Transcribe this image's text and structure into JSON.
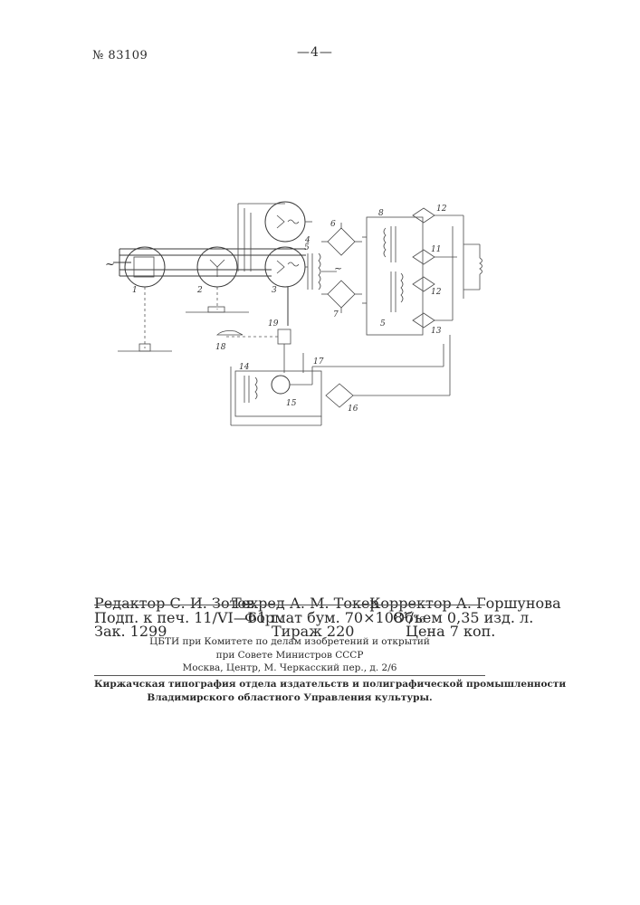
{
  "header": {
    "patent_number": "№ 83109",
    "page_marker": "—4—"
  },
  "diagram": {
    "labels": {
      "l1": "1",
      "l2": "2",
      "l3": "3",
      "l4": "4",
      "l5": "5",
      "l6": "6",
      "l7": "7",
      "l8": "8",
      "l11": "11",
      "l12": "12",
      "l12b": "12",
      "l13": "13",
      "l14": "14",
      "l15": "15",
      "l16": "16",
      "l17": "17",
      "l18": "18",
      "l19": "19",
      "l5b": "5",
      "tilde_left": "~",
      "tilde_right": "~"
    }
  },
  "imprint": {
    "editor": "Редактор С. И. Зотов",
    "techred": "Техред А. М. Токер",
    "corrector": "Корректор А. Горшунова",
    "signed": "Подп. к печ. 11/VI—61 г.",
    "format": "Формат бум. 70×108¹/₁₆",
    "volume": "Объем 0,35 изд. л.",
    "order": "Зак. 1299",
    "circulation": "Тираж 220",
    "price": "Цена 7 коп.",
    "org_line1": "ЦБТИ при Комитете по делам изобретений и открытий",
    "org_line2": "при Совете Министров СССР",
    "address": "Москва, Центр, М. Черкасский пер., д. 2/6",
    "printer_line1": "Киржачская типография отдела издательств и полиграфической промышленности",
    "printer_line2": "Владимирского областного Управления культуры."
  }
}
